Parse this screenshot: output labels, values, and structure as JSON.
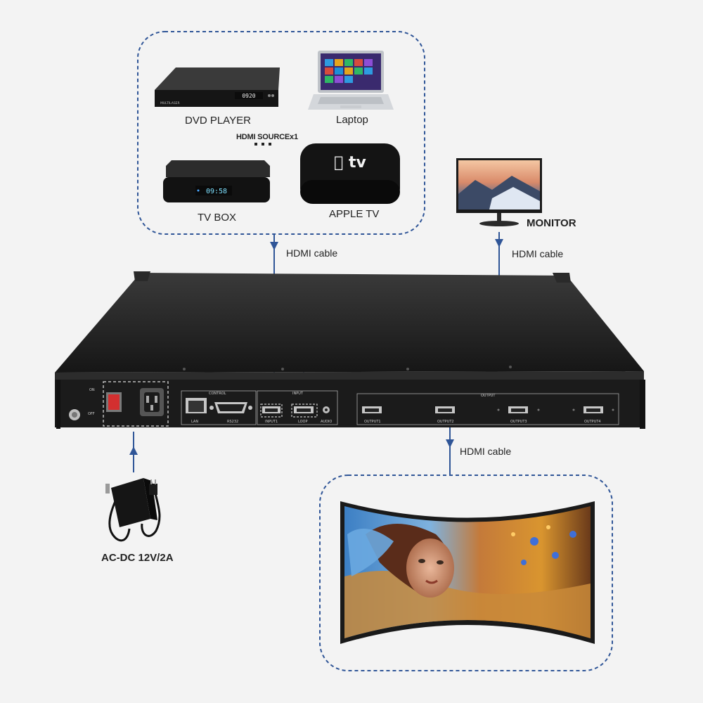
{
  "sources": {
    "dvd_label": "DVD PLAYER",
    "laptop_label": "Laptop",
    "count_label": "HDMI SOURCEx1",
    "tvbox_label": "TV BOX",
    "appletv_label": "APPLE TV",
    "dvd_display": "0920",
    "dvd_brand": "MULTILASER",
    "tvbox_display": "09:58",
    "appletv_logo": "tv"
  },
  "monitor": {
    "label": "MONITOR"
  },
  "cables": {
    "source_cable": "HDMI cable",
    "monitor_cable": "HDMI cable",
    "output_cable": "HDMI cable"
  },
  "power": {
    "label": "AC-DC 12V/2A"
  },
  "device_panel": {
    "switch_on": "ON",
    "switch_off": "OFF",
    "control_label": "CONTROL",
    "lan_label": "LAN",
    "rs232_label": "RS232",
    "input_label": "INPUT",
    "input1": "INPUT1",
    "loop": "LOOP",
    "audio": "AUDIO",
    "output_label": "OUTPUT",
    "outputs": [
      "OUTPUT1",
      "OUTPUT2",
      "OUTPUT3",
      "OUTPUT4"
    ]
  },
  "colors": {
    "dashed_border": "#2f5597",
    "arrow": "#2f5597",
    "chassis": "#1b1b1b",
    "background": "#f3f3f3"
  }
}
